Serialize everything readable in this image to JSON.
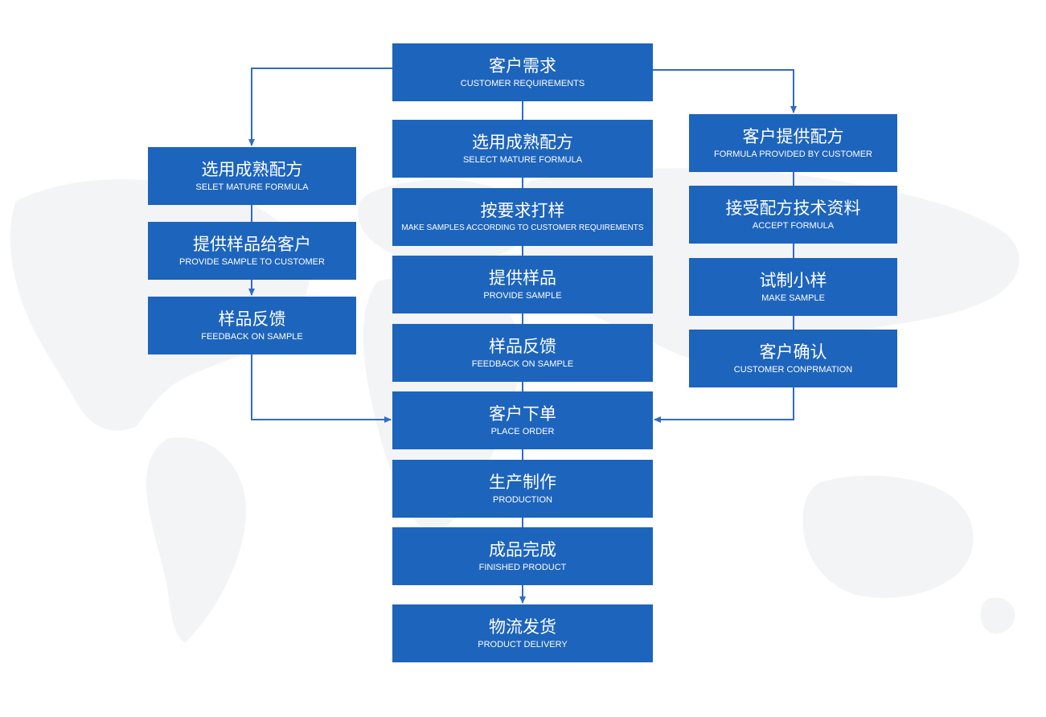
{
  "colors": {
    "box_fill": "#1d64bd",
    "box_text": "#ffffff",
    "connector": "#2f6dc2",
    "background": "#ffffff",
    "map_shade": "#f3f4f6"
  },
  "flowchart": {
    "top": {
      "zh": "客户需求",
      "en": "CUSTOMER REQUIREMENTS"
    },
    "left_branch": [
      {
        "zh": "选用成熟配方",
        "en": "SELET MATURE FORMULA"
      },
      {
        "zh": "提供样品给客户",
        "en": "PROVIDE SAMPLE TO CUSTOMER"
      },
      {
        "zh": "样品反馈",
        "en": "FEEDBACK ON SAMPLE"
      }
    ],
    "center_branch": [
      {
        "zh": "选用成熟配方",
        "en": "SELECT MATURE FORMULA"
      },
      {
        "zh": "按要求打样",
        "en": "MAKE SAMPLES ACCORDING TO CUSTOMER REQUIREMENTS"
      },
      {
        "zh": "提供样品",
        "en": "PROVIDE SAMPLE"
      },
      {
        "zh": "样品反馈",
        "en": "FEEDBACK ON SAMPLE"
      }
    ],
    "right_branch": [
      {
        "zh": "客户提供配方",
        "en": "FORMULA PROVIDED BY CUSTOMER"
      },
      {
        "zh": "接受配方技术资料",
        "en": "ACCEPT FORMULA"
      },
      {
        "zh": "试制小样",
        "en": "MAKE SAMPLE"
      },
      {
        "zh": "客户确认",
        "en": "CUSTOMER CONPRMATION"
      }
    ],
    "merge_and_finish": [
      {
        "zh": "客户下单",
        "en": "PLACE ORDER"
      },
      {
        "zh": "生产制作",
        "en": "PRODUCTION"
      },
      {
        "zh": "成品完成",
        "en": "FINISHED PRODUCT"
      },
      {
        "zh": "物流发货",
        "en": "PRODUCT DELIVERY"
      }
    ]
  }
}
